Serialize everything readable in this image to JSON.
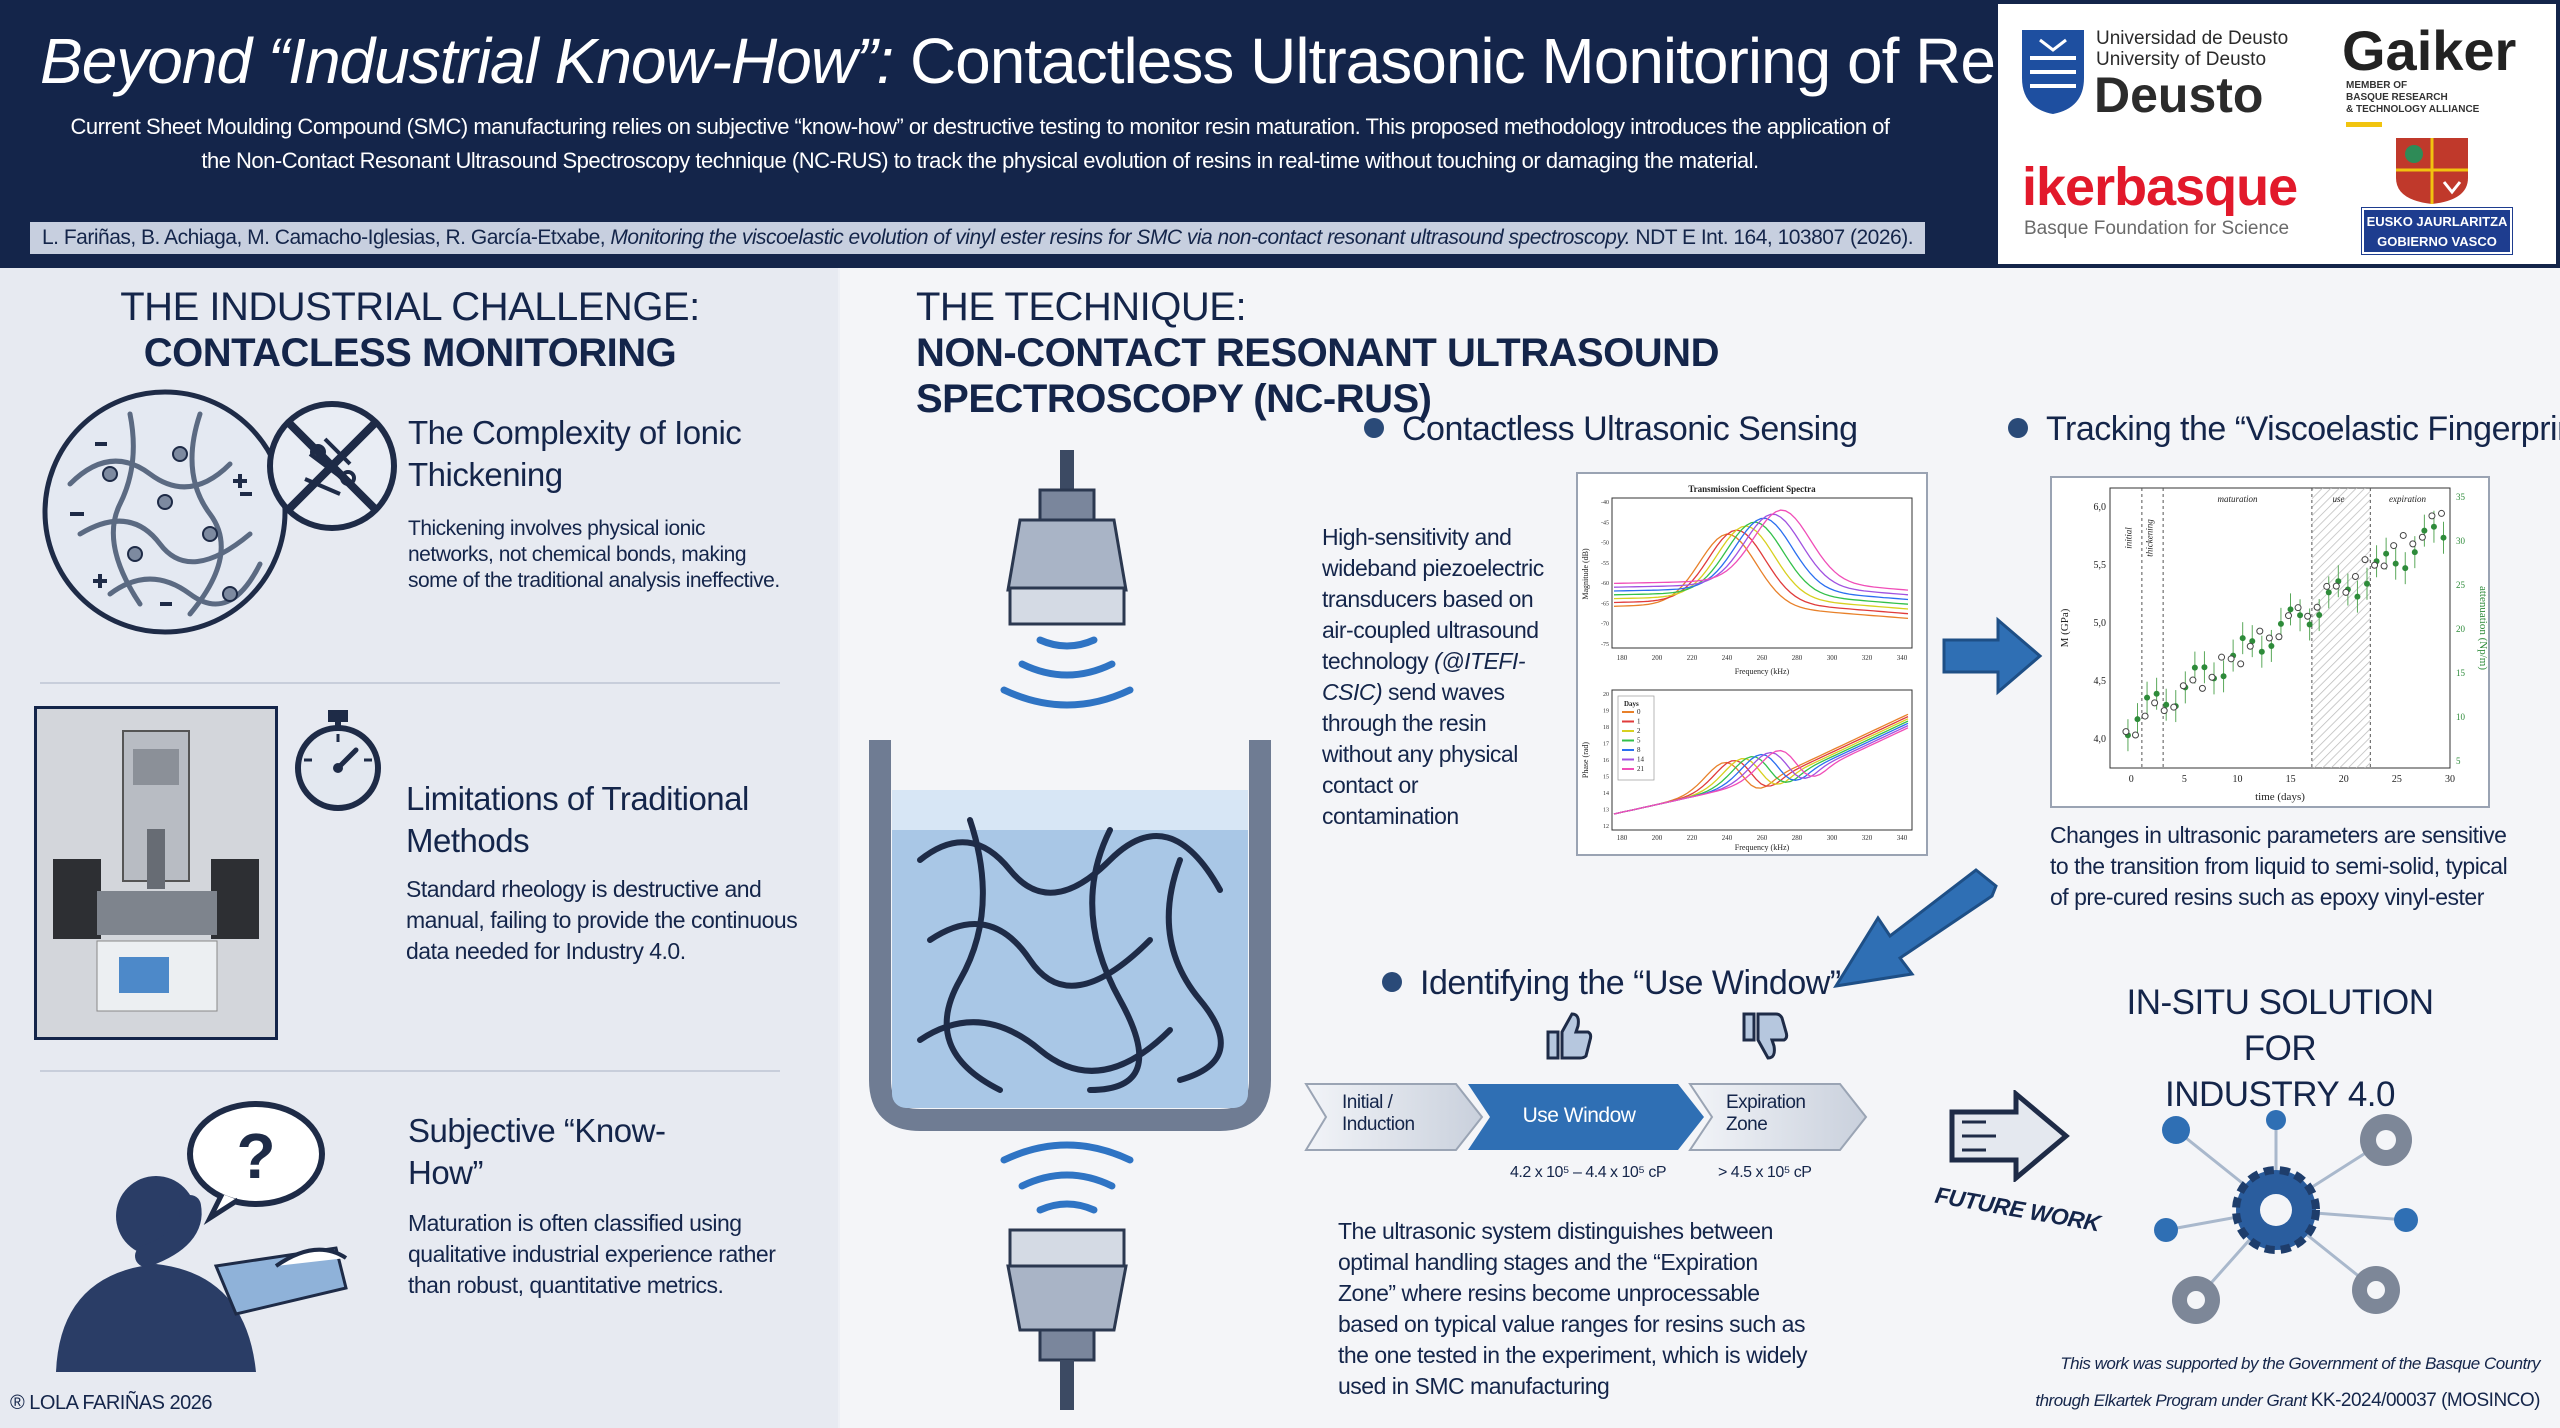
{
  "header": {
    "title_italic": "Beyond “Industrial Know-How”:",
    "title_main": " Contactless Ultrasonic Monitoring of Resin Maturation",
    "subtitle_line1": "Current Sheet Moulding Compound (SMC) manufacturing relies on subjective “know-how” or destructive testing to monitor resin maturation. This proposed methodology introduces the application of",
    "subtitle_line2": "the Non-Contact Resonant Ultrasound Spectroscopy technique (NC-RUS) to track the physical evolution of resins in real-time without touching or damaging the material.",
    "citation_authors": "L. Fariñas, B. Achiaga, M. Camacho-Iglesias, R. García-Etxabe, ",
    "citation_title": "Monitoring the viscoelastic evolution of vinyl ester resins for SMC via non-contact resonant ultrasound spectroscopy.",
    "citation_journal": " NDT E Int. 164, 103807 (2026)."
  },
  "logos": {
    "deusto_line1": "Universidad de Deusto",
    "deusto_line2": "University of Deusto",
    "deusto_name": "Deusto",
    "gaiker_name": "Gaiker",
    "gaiker_sub1": "MEMBER OF",
    "gaiker_sub2": "BASQUE RESEARCH",
    "gaiker_sub3": "& TECHNOLOGY ALLIANCE",
    "ikerbasque_name": "ikerbasque",
    "ikerbasque_sub": "Basque Foundation for Science",
    "gv_line1": "EUSKO JAURLARITZA",
    "gv_line2": "GOBIERNO VASCO"
  },
  "left": {
    "section_title_1": "THE INDUSTRIAL CHALLENGE:",
    "section_title_2": "CONTACLESS MONITORING",
    "item1_title_1": "The Complexity of Ionic",
    "item1_title_2": "Thickening",
    "item1_text": "Thickening involves physical ionic networks, not chemical bonds, making some of the traditional analysis ineffective.",
    "item2_title_1": "Limitations of Traditional",
    "item2_title_2": "Methods",
    "item2_text": "Standard rheology is destructive and manual, failing to provide the continuous data needed for Industry 4.0.",
    "item3_title_1": "Subjective “Know-",
    "item3_title_2": "How”",
    "item3_text": "Maturation is often classified using qualitative industrial experience rather than robust, quantitative metrics.",
    "copyright": "® LOLA FARIÑAS 2026"
  },
  "right": {
    "section_title_1": "THE TECHNIQUE:",
    "section_title_2": "NON-CONTACT RESONANT ULTRASOUND SPECTROSCOPY (NC-RUS)",
    "sensing_title": "Contactless Ultrasonic Sensing",
    "sensing_text_1": "High-sensitivity  and wideband piezoelectric transducers based on air-coupled ultrasound technology ",
    "sensing_text_em": "(@ITEFI-CSIC)",
    "sensing_text_2": " send waves through the resin without any physical contact or contamination",
    "tracking_title": "Tracking the “Viscoelastic Fingerprint”",
    "tracking_text": "Changes in ultrasonic parameters are sensitive to the transition from liquid to semi-solid, typical of  pre-cured resins such as epoxy vinyl-ester",
    "window_title": "Identifying the “Use Window”",
    "stage1_line1": "Initial /",
    "stage1_line2": "Induction",
    "stage2": "Use Window",
    "stage3_line1": "Expiration",
    "stage3_line2": "Zone",
    "range_use": "4.2 x 10⁵ – 4.4 x 10⁵ cP",
    "range_exp": "> 4.5 x 10⁵ cP",
    "window_text": "The ultrasonic system distinguishes between optimal handling stages and the “Expiration Zone” where resins become unprocessable based on typical value ranges for resins such as the one tested in the experiment, which is widely used in SMC manufacturing",
    "future_work": "FUTURE WORK",
    "insitu_1": "IN-SITU SOLUTION FOR",
    "insitu_2": "INDUSTRY 4.0",
    "ack_1": "This work was supported by the Government of the Basque Country",
    "ack_2": "through Elkartek Program under Grant ",
    "ack_grant": "KK-2024/00037 (MOSINCO)"
  },
  "spectra_chart": {
    "title": "Transmission Coefficient Spectra",
    "ylabel_top": "Magnitude (dB)",
    "ylabel_bottom": "Phase (rad)",
    "xlabel": "Frequency (kHz)",
    "x_ticks": [
      "180",
      "200",
      "220",
      "240",
      "260",
      "280",
      "300",
      "320",
      "340"
    ],
    "y_ticks_top": [
      "-40",
      "-45",
      "-50",
      "-55",
      "-60",
      "-65",
      "-70",
      "-75"
    ],
    "y_ticks_bottom": [
      "20",
      "19",
      "18",
      "17",
      "16",
      "15",
      "14",
      "13",
      "12"
    ],
    "legend_title": "Days",
    "legend": [
      "0",
      "1",
      "2",
      "5",
      "8",
      "14",
      "21"
    ],
    "colors": [
      "#e8812a",
      "#e03b3b",
      "#d8d020",
      "#33c04a",
      "#2a6ff0",
      "#a052e0",
      "#f04eb8"
    ]
  },
  "fingerprint_chart": {
    "xlabel": "time (days)",
    "ylabel_left": "M (GPa)",
    "ylabel_right": "attenuation (Np/m)",
    "phases": [
      "initial",
      "thickening",
      "maturation",
      "use",
      "expiration"
    ],
    "x_ticks": [
      "0",
      "5",
      "10",
      "15",
      "20",
      "25",
      "30"
    ],
    "y_ticks_left": [
      "6,0",
      "5,5",
      "5,0",
      "4,5",
      "4,0"
    ],
    "y_ticks_right": [
      "35",
      "30",
      "25",
      "20",
      "15",
      "10",
      "5"
    ]
  }
}
